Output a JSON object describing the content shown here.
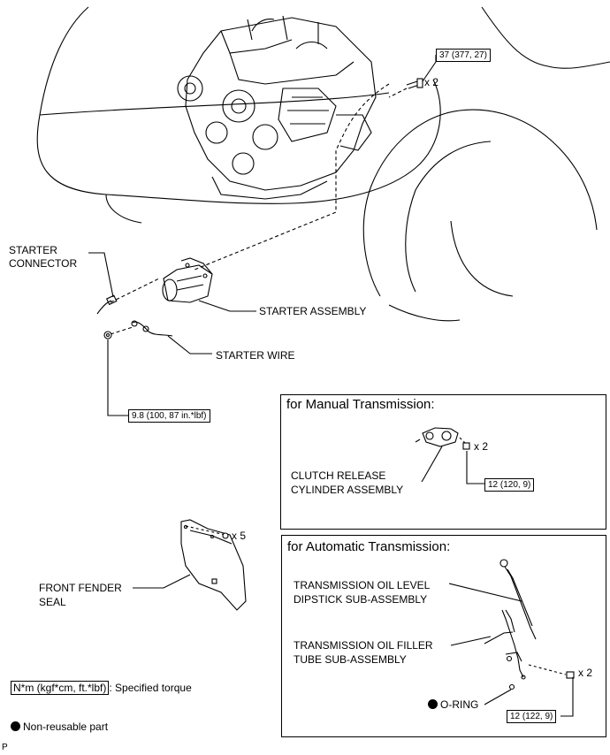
{
  "torque_labels": {
    "upper_bolts": "37 (377, 27)",
    "starter_wire_nut": "9.8 (100, 87 in.*lbf)",
    "clutch_bolts": "12 (120, 9)",
    "filler_tube_bolts": "12 (122, 9)"
  },
  "quantities": {
    "upper_bolts": "x 2",
    "fender_clips": "x 5",
    "clutch_bolts": "x 2",
    "filler_tube_bolts": "x 2"
  },
  "parts": {
    "starter_connector": [
      "STARTER",
      "CONNECTOR"
    ],
    "starter_assembly": "STARTER ASSEMBLY",
    "starter_wire": "STARTER WIRE",
    "front_fender_seal": [
      "FRONT FENDER",
      "SEAL"
    ],
    "clutch_release_cylinder": [
      "CLUTCH RELEASE",
      "CYLINDER ASSEMBLY"
    ],
    "dipstick": [
      "TRANSMISSION OIL LEVEL",
      "DIPSTICK SUB-ASSEMBLY"
    ],
    "filler_tube": [
      "TRANSMISSION OIL FILLER",
      "TUBE SUB-ASSEMBLY"
    ],
    "o_ring": "O-RING"
  },
  "boxes": {
    "manual": "for Manual Transmission:",
    "automatic": "for Automatic Transmission:"
  },
  "legend": {
    "torque_key": "N*m (kgf*cm, ft.*lbf)",
    "torque_desc": ": Specified torque",
    "non_reusable": "Non-reusable part"
  },
  "corner_mark": "P"
}
